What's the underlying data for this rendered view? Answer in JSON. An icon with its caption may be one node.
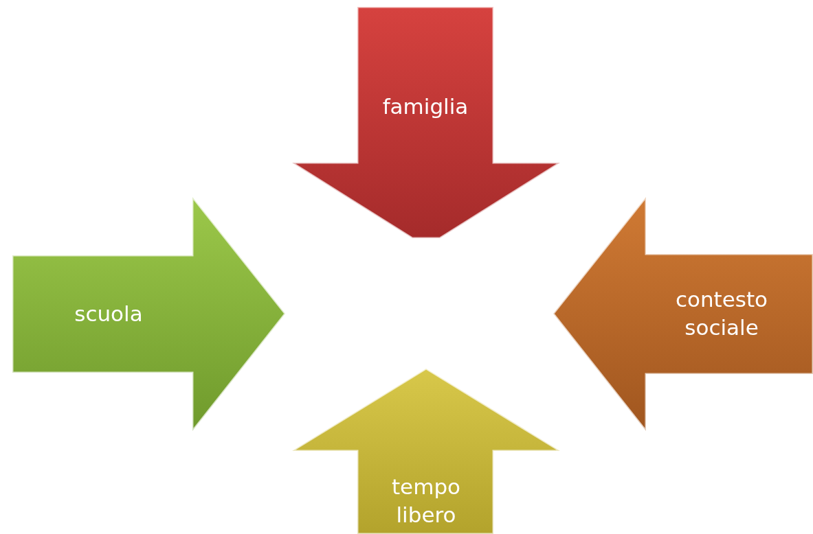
{
  "diagram": {
    "nodes": [
      {
        "text": [
          "famiglia"
        ]
      },
      {
        "text": [
          "scuola"
        ]
      },
      {
        "text": [
          "contesto sociale"
        ]
      },
      {
        "text": [
          "tempo libero"
        ]
      }
    ]
  }
}
